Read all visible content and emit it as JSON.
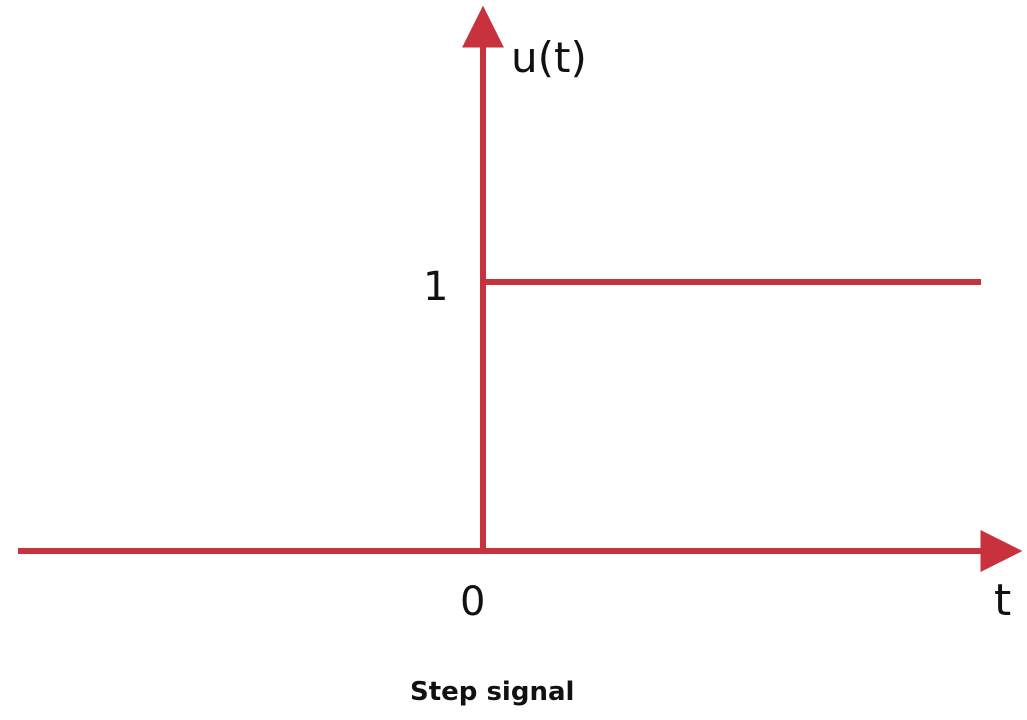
{
  "colors": {
    "axis": "#c8323c",
    "signal": "#c8323c",
    "text": "#111111"
  },
  "chart_data": {
    "type": "line",
    "title": "Step signal",
    "xlabel": "t",
    "ylabel": "u(t)",
    "xticks": [
      "0"
    ],
    "yticks": [
      "1"
    ],
    "x_origin_label": "0",
    "y_level_label": "1",
    "series": [
      {
        "x": [
          0,
          10
        ],
        "y": [
          1,
          1
        ]
      }
    ],
    "xlim": [
      -10,
      11
    ],
    "ylim": [
      0,
      2
    ],
    "grid": false
  }
}
